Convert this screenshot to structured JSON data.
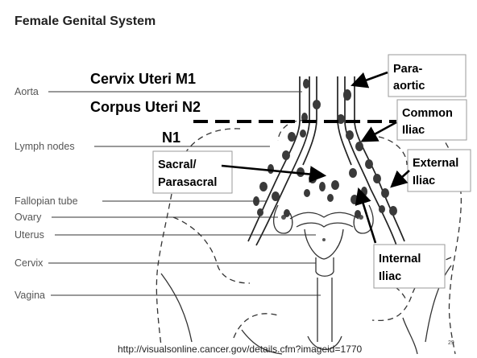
{
  "title": "Female Genital System",
  "overlay": {
    "m1": "Cervix Uteri M1",
    "n2": "Corpus Uteri N2",
    "n1": "N1"
  },
  "anatomy_labels": {
    "aorta": "Aorta",
    "lymph_nodes": "Lymph nodes",
    "fallopian_tube": "Fallopian tube",
    "ovary": "Ovary",
    "uterus": "Uterus",
    "cervix": "Cervix",
    "vagina": "Vagina"
  },
  "callouts": {
    "para_aortic": [
      "Para-",
      "aortic"
    ],
    "common_iliac": [
      "Common",
      "Iliac"
    ],
    "external_iliac": [
      "External",
      "Iliac"
    ],
    "sacral": [
      "Sacral/",
      "Parasacral"
    ],
    "internal_iliac": [
      "Internal",
      "Iliac"
    ]
  },
  "source_url": "http://visualsonline.cancer.gov/details.cfm?imageid=1770",
  "slide_number": "29",
  "colors": {
    "node_fill": "#3a3a3a",
    "line": "#222222",
    "callout_border": "#9a9a9a"
  }
}
